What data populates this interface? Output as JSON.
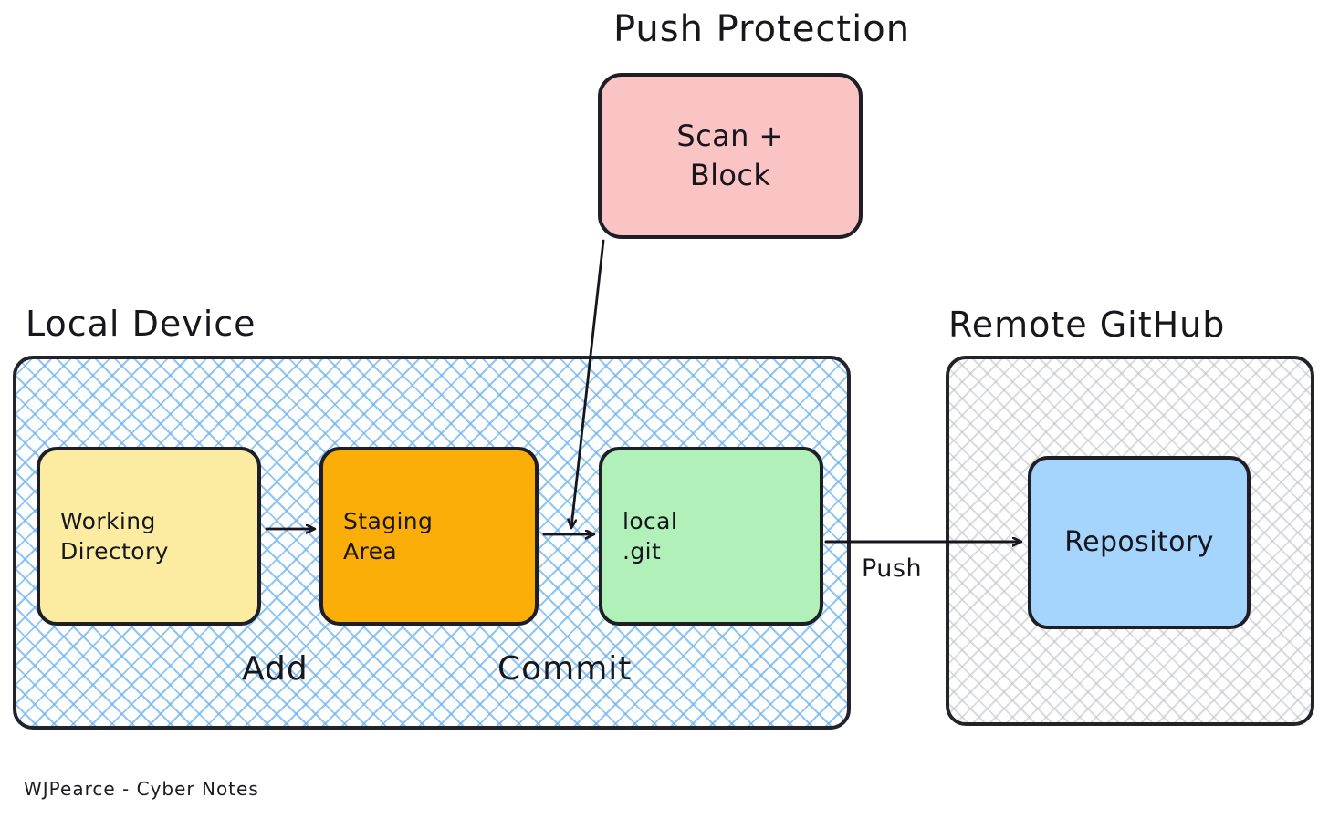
{
  "diagram": {
    "title_push_protection": "Push Protection",
    "footer": "WJPearce - Cyber Notes",
    "regions": [
      {
        "id": "local-device",
        "title": "Local Device",
        "fill_pattern": "blue-crosshatch",
        "pattern_color": "#6eb2ec"
      },
      {
        "id": "remote-github",
        "title": "Remote GitHub",
        "fill_pattern": "gray-crosshatch",
        "pattern_color": "#bec0c6"
      }
    ],
    "nodes": [
      {
        "id": "working-directory",
        "label": "Working\nDirectory",
        "color": "#fbeca2",
        "region": "local-device"
      },
      {
        "id": "staging-area",
        "label": "Staging\nArea",
        "color": "#fbae07",
        "region": "local-device"
      },
      {
        "id": "local-git",
        "label": "local\n.git",
        "color": "#b1f0b8",
        "region": "local-device"
      },
      {
        "id": "repository",
        "label": "Repository",
        "color": "#a5d4fc",
        "region": "remote-github"
      },
      {
        "id": "scan-block",
        "label": "Scan +\nBlock",
        "color": "#fbc4c4",
        "region": "push-protection"
      }
    ],
    "edges": [
      {
        "id": "add",
        "from": "working-directory",
        "to": "staging-area",
        "label": "Add"
      },
      {
        "id": "commit",
        "from": "staging-area",
        "to": "local-git",
        "label": "Commit"
      },
      {
        "id": "push",
        "from": "local-git",
        "to": "repository",
        "label": "Push"
      },
      {
        "id": "scan",
        "from": "scan-block",
        "to": "commit",
        "label": ""
      }
    ],
    "stroke_color": "#1e1e26",
    "background": "#ffffff"
  }
}
